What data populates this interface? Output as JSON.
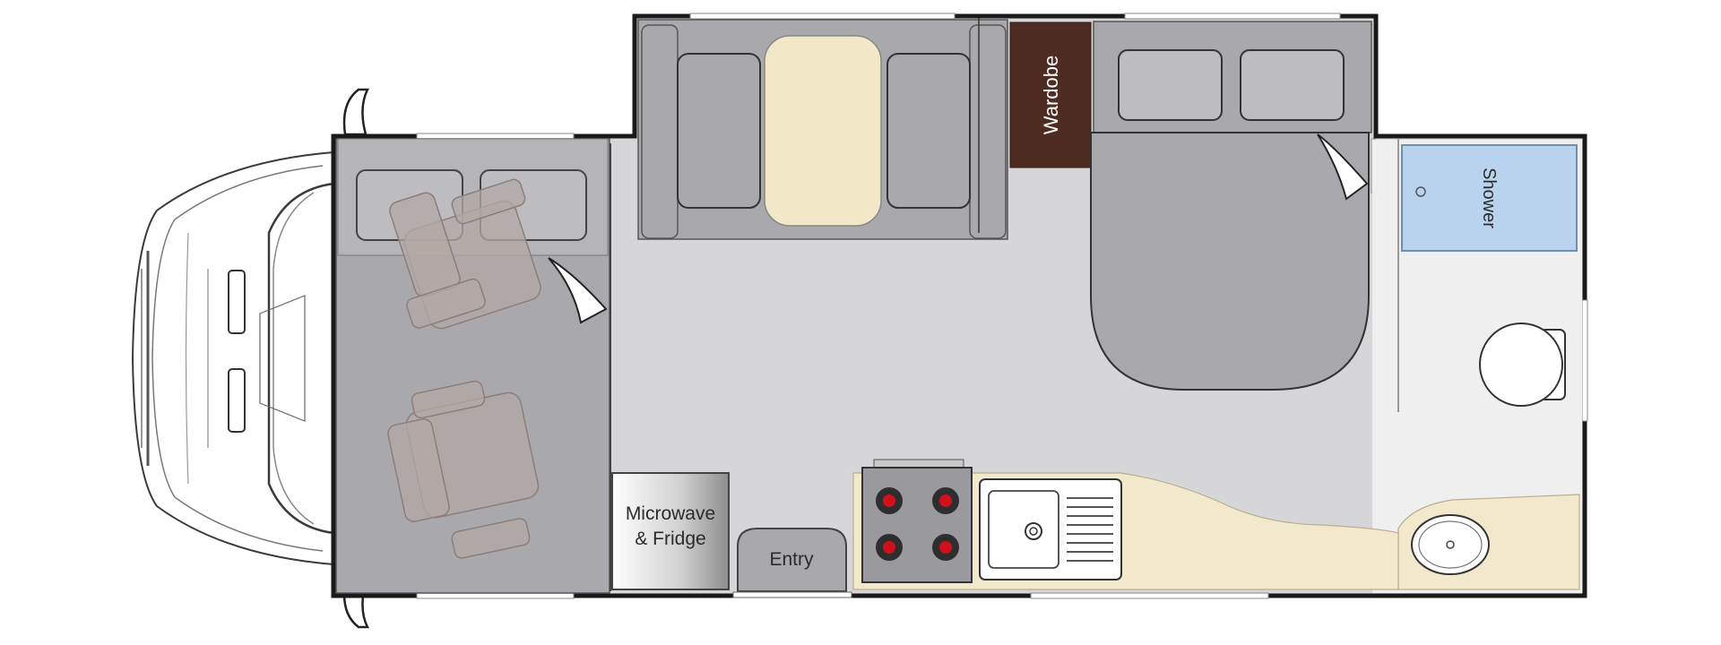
{
  "labels": {
    "wardrobe": "Wardobe",
    "shower": "Shower",
    "microwave_line1": "Microwave",
    "microwave_line2": "& Fridge",
    "entry": "Entry"
  },
  "colors": {
    "wall": "#1a1a1a",
    "floor": "#d6d6d8",
    "furniture": "#a9a9ad",
    "cushion": "#bdbdc1",
    "table": "#f2e8c8",
    "counter": "#f2e8cc",
    "wardrobe": "#4e2c22",
    "shower": "#b9d3ee",
    "seat": "#b3a8a4",
    "burner": "#d0101a"
  }
}
